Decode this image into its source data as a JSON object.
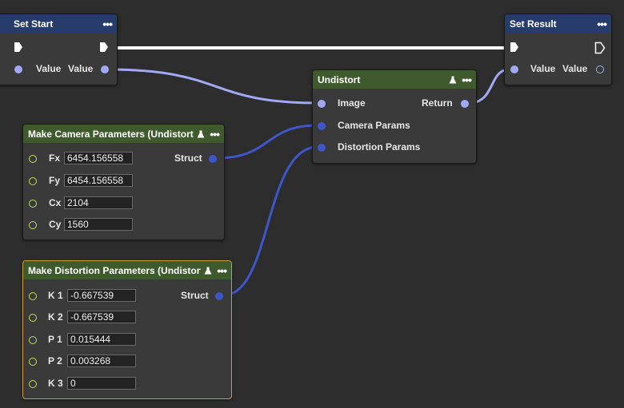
{
  "nodes": {
    "set_start": {
      "title": "Set Start",
      "menu": "•••",
      "pin_in": "Value",
      "pin_out": "Value"
    },
    "set_result": {
      "title": "Set Result",
      "menu": "•••",
      "pin_in": "Value",
      "pin_out": "Value"
    },
    "undistort": {
      "title": "Undistort",
      "menu": "•••",
      "image": "Image",
      "camera_params": "Camera Params",
      "distortion_params": "Distortion Params",
      "return": "Return"
    },
    "camera": {
      "title": "Make Camera Parameters (Undistort)",
      "menu": "•••",
      "struct": "Struct",
      "fields": [
        {
          "label": "Fx",
          "value": "6454.156558"
        },
        {
          "label": "Fy",
          "value": "6454.156558"
        },
        {
          "label": "Cx",
          "value": "2104"
        },
        {
          "label": "Cy",
          "value": "1560"
        }
      ]
    },
    "distortion": {
      "title": "Make Distortion Parameters (Undistort)",
      "menu": "•••",
      "struct": "Struct",
      "fields": [
        {
          "label": "K 1",
          "value": "-0.667539"
        },
        {
          "label": "K 2",
          "value": "-0.667539"
        },
        {
          "label": "P 1",
          "value": "0.015444"
        },
        {
          "label": "P 2",
          "value": "0.003268"
        },
        {
          "label": "K 3",
          "value": "0"
        }
      ]
    }
  },
  "colors": {
    "exec_wire": "#ffffff",
    "value_wire": "#a3a8f4",
    "struct_wire": "#3f56c9",
    "header_blue": "#283c6c",
    "header_green": "#3f5a2c",
    "selected_border": "#c9a03a"
  }
}
